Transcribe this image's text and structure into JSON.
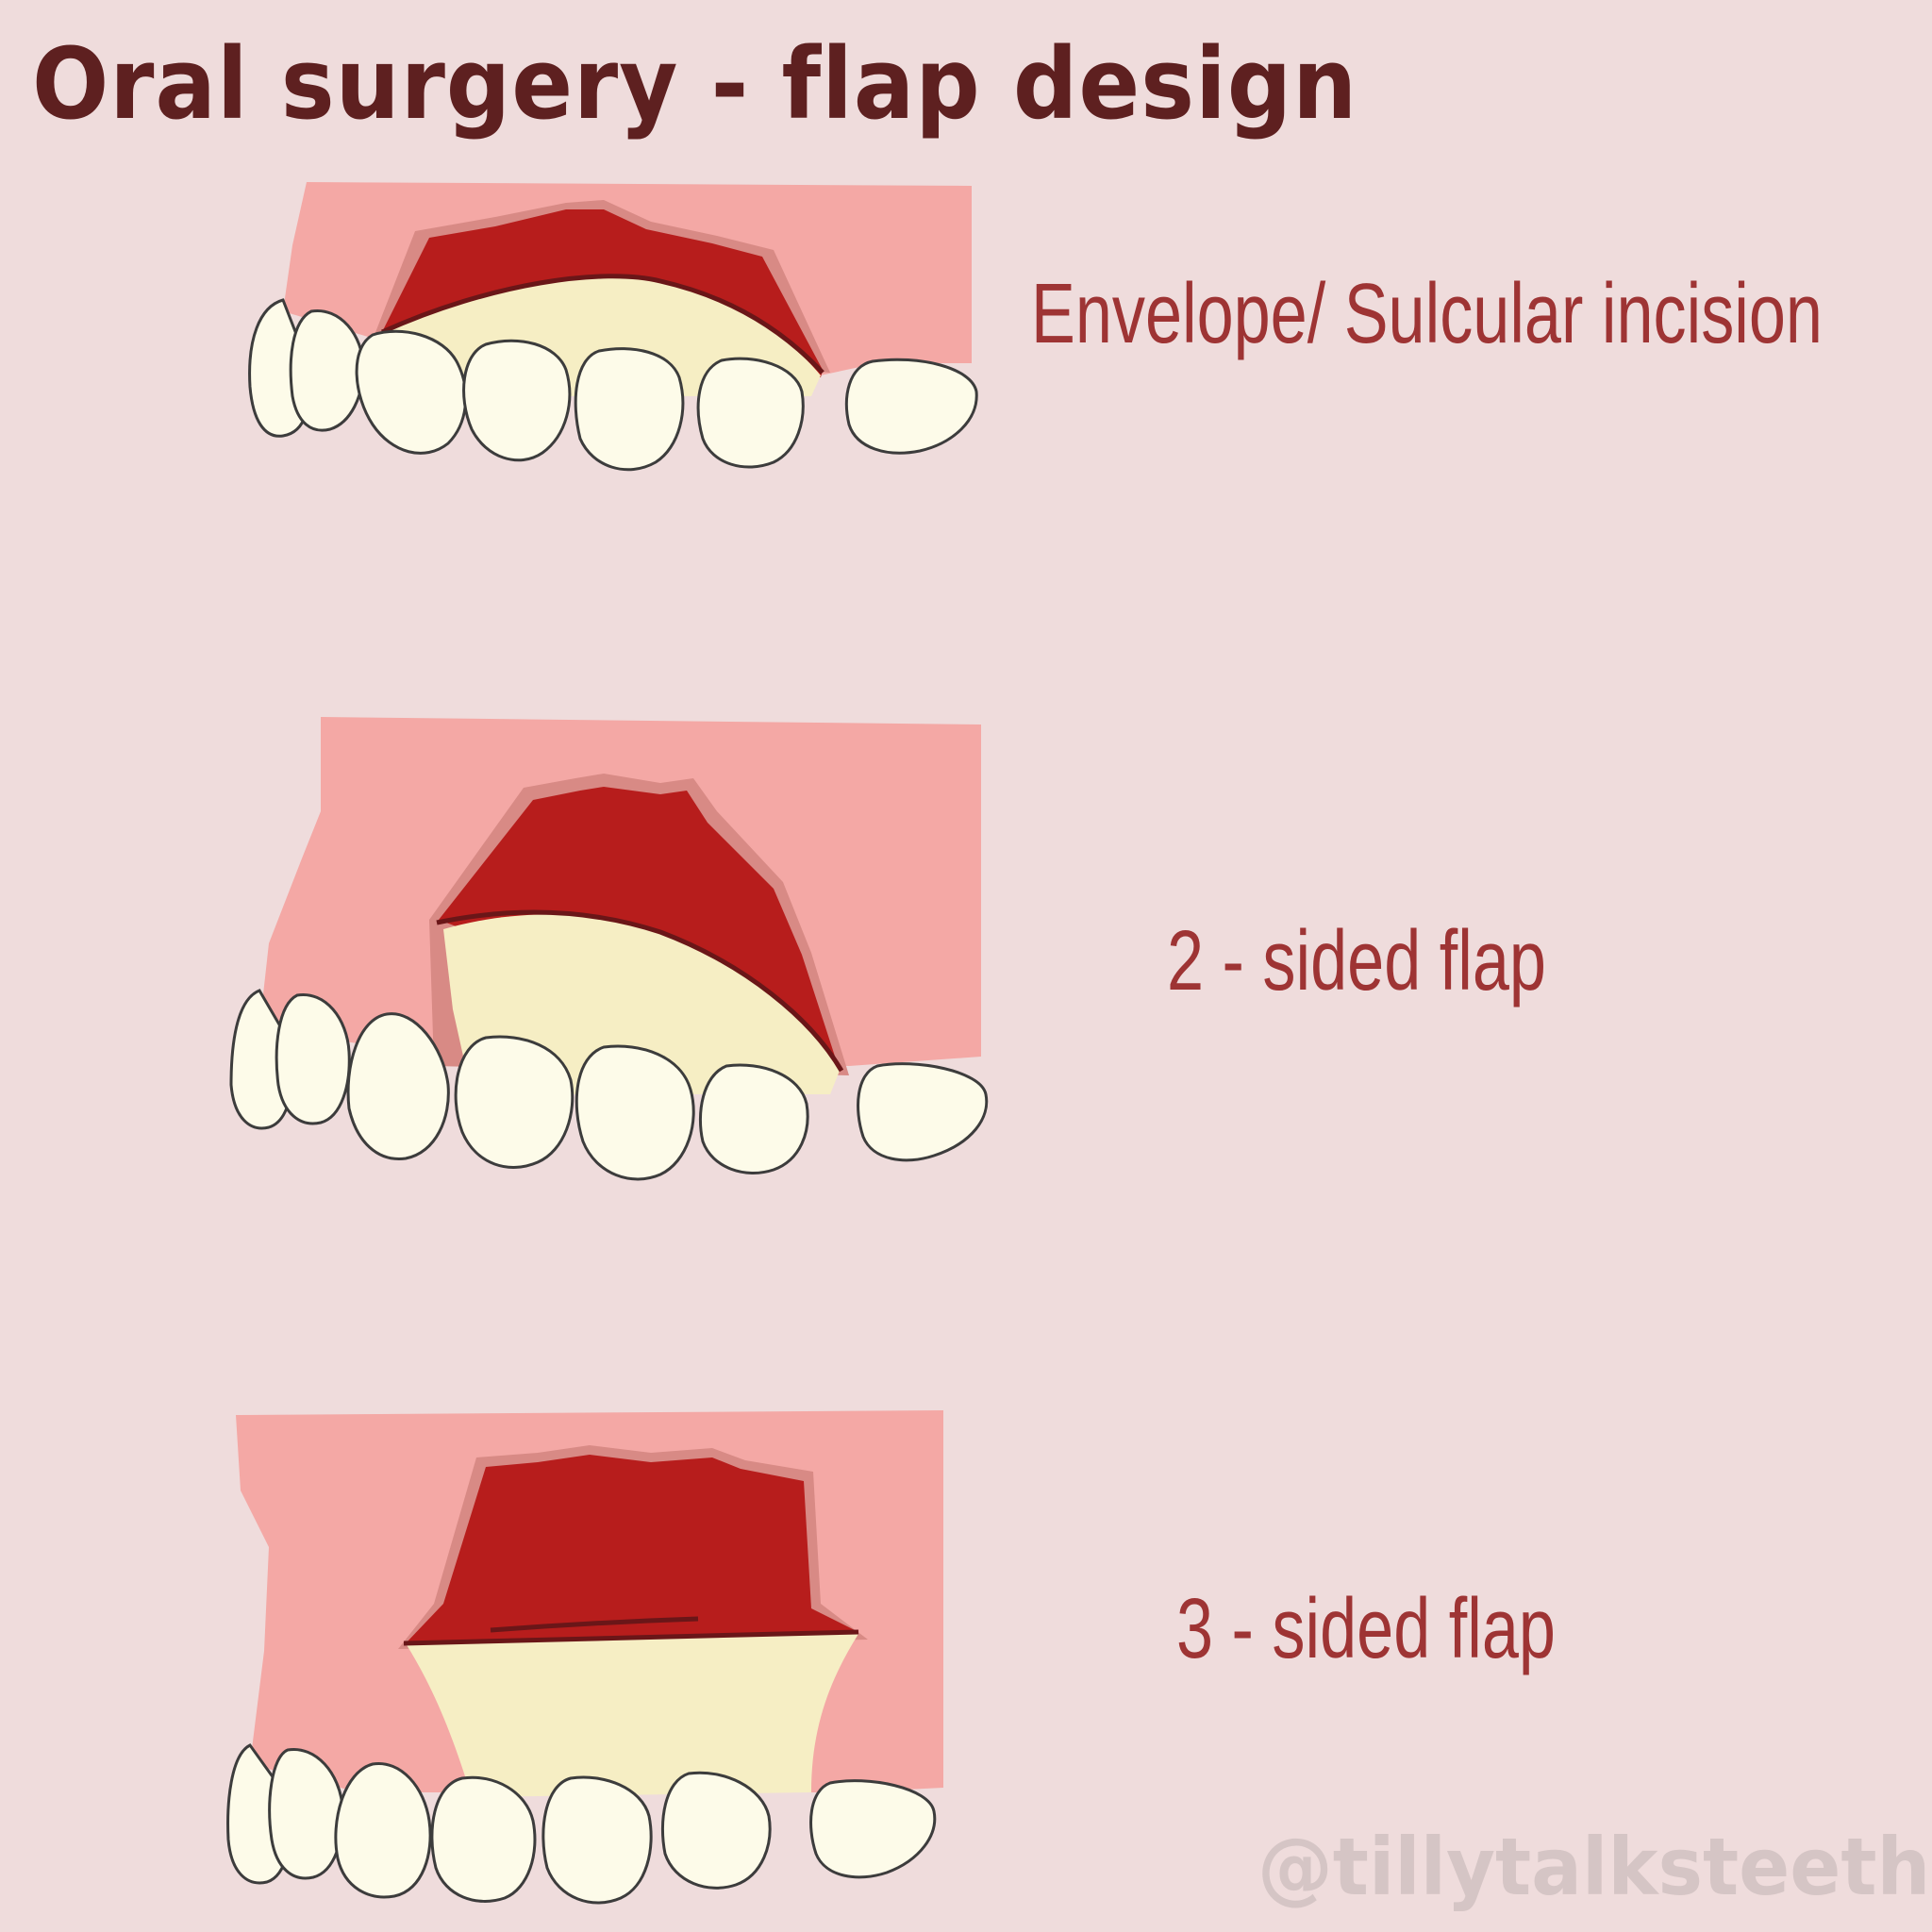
{
  "title": "Oral surgery - flap design",
  "panels": [
    {
      "label": "Envelope/ Sulcular incision"
    },
    {
      "label": "2 - sided flap"
    },
    {
      "label": "3 - sided flap"
    }
  ],
  "watermark": "@tillytalksteeth",
  "colors": {
    "background": "#efdcdc",
    "gingiva": "#f4a8a5",
    "flap": "#b71d1c",
    "bone": "#f6eec4",
    "tooth": "#fdfbe9",
    "title": "#5e2020",
    "label": "#9e3434"
  }
}
